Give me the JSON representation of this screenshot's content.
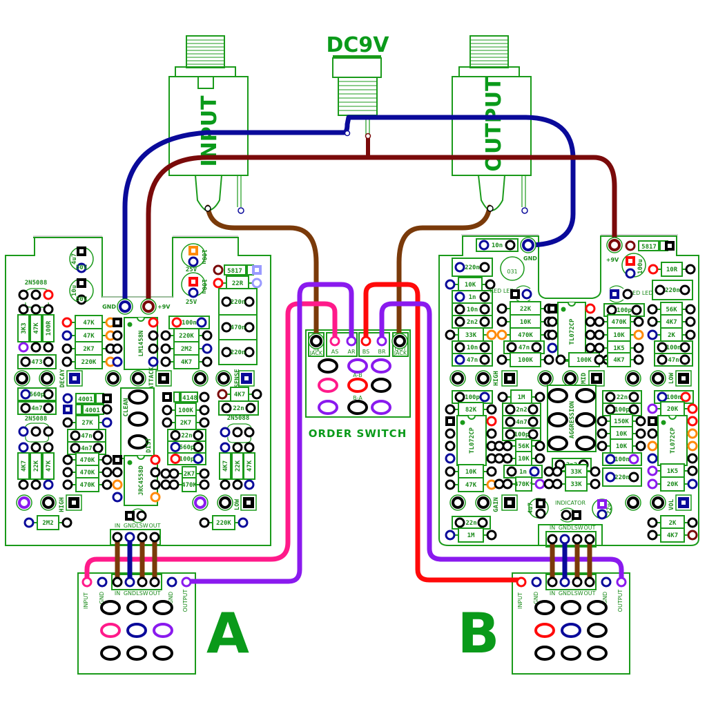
{
  "colors": {
    "pcb_outline": "#1a9a1a",
    "label": "#1a8a1a",
    "gnd_wire": "#0a0a9a",
    "v9_wire": "#7a0a0a",
    "brown_wire": "#7a3a0a",
    "pink_wire": "#ff1a8a",
    "purple_wire": "#8a1aee",
    "red_wire": "#ff0a0a",
    "orange_pad": "#ff8a0a",
    "lightblue_pad": "#9a9aff",
    "black_pad": "#000000"
  },
  "top": {
    "dc_label": "DC9V",
    "input_jack_label": "INPUT",
    "output_jack_label": "OUTPUT"
  },
  "order_switch": {
    "title": "ORDER SWITCH",
    "pads": [
      "IN JACK",
      "AS",
      "AR",
      "BS",
      "BR",
      "OUT JACK"
    ],
    "pad_in": "IN",
    "pad_in_sub": "JACK",
    "pad_out": "OUT",
    "pad_out_sub": "JACK",
    "mode_ab": "A-B",
    "mode_ba": "B-A"
  },
  "board_a": {
    "gnd_label": "GND",
    "v9_label": "+9V",
    "ic1": "LM1458N",
    "ic2": "JRC4558D",
    "caps_electrolytic": [
      {
        "value": "4u7",
        "voltage": "50V"
      },
      {
        "value": "10u",
        "voltage": "50V"
      },
      {
        "value": "100u",
        "voltage": "25V"
      },
      {
        "value": "100u",
        "voltage": "25V"
      }
    ],
    "jfet_top": "2N5088",
    "jfet_left": "2N5088",
    "jfet_right": "2N5088",
    "diode_main": "5817",
    "r_22r": "22R",
    "film_caps_right": [
      "220n",
      "470n",
      "220n"
    ],
    "vert_resistors_top": [
      "3K3",
      "47K",
      "100R"
    ],
    "cap_473": "473",
    "resistors_mid_left": [
      "47K",
      "47K",
      "2K7",
      "220K"
    ],
    "resistors_mid_right": [
      "100n",
      "220K",
      "2M2",
      "4K7"
    ],
    "pots": [
      "DECAY",
      "ATTACK",
      "SENSE",
      "HIGH",
      "LOW"
    ],
    "switch_clean": "CLEAN",
    "switch_dist": "DIST",
    "caps_left": [
      "560p",
      "4n7"
    ],
    "diodes_4001": [
      "4001",
      "4001"
    ],
    "r_27k": "27K",
    "caps_47n_4n7": [
      "47n",
      "4n7"
    ],
    "resistors_470k": [
      "470K",
      "470K",
      "470K"
    ],
    "vert_resistors_bottom_left": [
      "4K7",
      "22K",
      "47K"
    ],
    "r_2m2_bottom": "2M2",
    "diode_4148": "4148",
    "resistors_center": [
      "100K",
      "2K7"
    ],
    "caps_center": [
      "22n",
      "560p",
      "100p"
    ],
    "resistors_center_bottom": [
      "2K7",
      "470K"
    ],
    "r_4k7_right": "4K7",
    "cap_22n_right": "22n",
    "vert_resistors_bottom_right": [
      "4K7",
      "22K",
      "47K"
    ],
    "r_220k_bottom": "220K",
    "header": [
      "IN",
      "GND",
      "LSW",
      "OUT"
    ]
  },
  "board_b": {
    "code": "031",
    "gnd_label": "GND",
    "v9_label": "+9V",
    "ic_labels": [
      "TL072CP",
      "TL072CP",
      "TL072CP"
    ],
    "diode": "5817",
    "cap_100u": "100u",
    "red_led": "RED LED",
    "r_10r": "10R",
    "cap_220n_top": "220n",
    "cap_10n_top": "10n",
    "cap_220n_left": "220n",
    "r_10k_left": "10K",
    "caps_left": [
      "1n",
      "10n",
      "2n2"
    ],
    "r_33k": "33K",
    "caps_left2": [
      "10n",
      "47n"
    ],
    "resistors_center_top": [
      "22K",
      "10K",
      "470K"
    ],
    "cap_47n_center": "47n",
    "resistors_100k": [
      "100K",
      "100K"
    ],
    "cap_100p_right": "100p",
    "resistors_right_ic": [
      "470K",
      "10K",
      "1K5",
      "4K7"
    ],
    "resistors_far_right": [
      "56K",
      "4K7",
      "2K"
    ],
    "caps_far_right": [
      "100n",
      "47n"
    ],
    "pots": [
      "HIGH",
      "MID",
      "LOW",
      "GAIN",
      "VOL"
    ],
    "aggression": "AGGRESSION",
    "cap_100p_mid": "100p",
    "r_82k": "82K",
    "r_1m": "1M",
    "caps_mid": [
      "2n2",
      "4n7",
      "100p"
    ],
    "resistors_mid": [
      "56K",
      "10K"
    ],
    "cap_1n": "1n",
    "r_470k_star": "470K*",
    "r_10k_47k": [
      "10K",
      "47K"
    ],
    "cap_2n2_mid": "2n2",
    "resistors_33k": [
      "33K",
      "33K"
    ],
    "caps_right_mid": [
      "22n",
      "100p"
    ],
    "resistors_right_mid": [
      "150K",
      "10K",
      "10K"
    ],
    "cap_100n_mid": "100n",
    "cap_220n_mid": "220n",
    "cap_100n_right": "100n",
    "resistors_right_ic2": [
      "20K",
      "1K5",
      "20K"
    ],
    "cap_4u7": "4u7",
    "cap_22u": "22u",
    "indicator": "INDICATOR",
    "cap_22n_bottom": "22n",
    "r_1m_bottom": "1M",
    "resistors_bottom_right": [
      "2K",
      "4K7"
    ],
    "header": [
      "IN",
      "GND",
      "LSW",
      "OUT"
    ]
  },
  "switch_a": {
    "letter": "A",
    "input_label": "INPUT",
    "output_label": "OUTPUT",
    "gnd_label": "GND",
    "header": [
      "IN",
      "GND",
      "LSW",
      "OUT"
    ]
  },
  "switch_b": {
    "letter": "B",
    "input_label": "INPUT",
    "output_label": "OUTPUT",
    "gnd_label": "GND",
    "header": [
      "IN",
      "GND",
      "LSW",
      "OUT"
    ]
  }
}
